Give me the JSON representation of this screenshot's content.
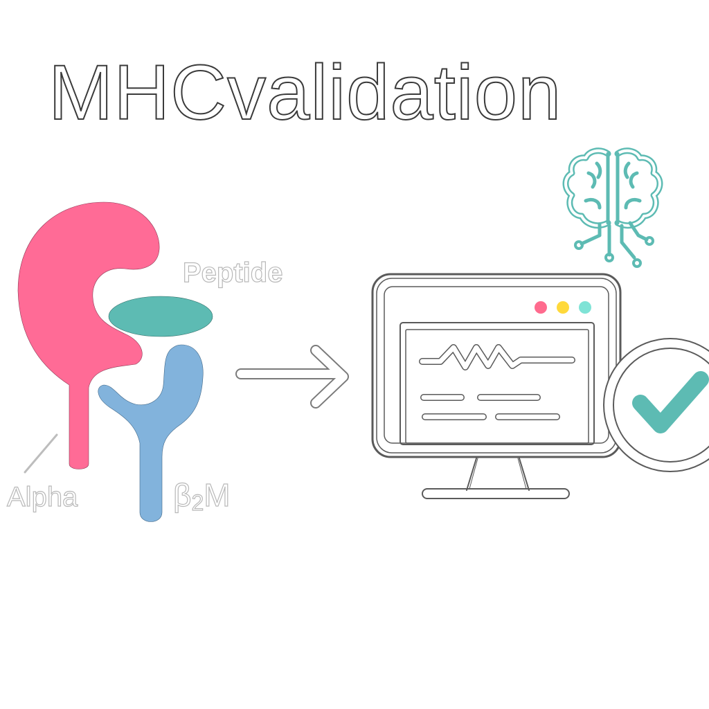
{
  "title": "MHCvalidation",
  "labels": {
    "peptide": "Peptide",
    "alpha": "Alpha",
    "beta_symbol": "β",
    "beta_subscript": "2",
    "beta_suffix": "M"
  },
  "colors": {
    "alpha_chain": "#FF6B96",
    "peptide": "#5DBBB3",
    "beta2m": "#82B3DC",
    "brain": "#5DBBB3",
    "check": "#5DBBB3",
    "dot_red": "#FF6B8E",
    "dot_yellow": "#FFD93B",
    "dot_teal": "#7FE3D6",
    "outline": "#4a4a4a"
  },
  "icons": [
    "brain-circuit-icon",
    "monitor-icon",
    "checkmark-icon",
    "arrow-right-icon"
  ]
}
